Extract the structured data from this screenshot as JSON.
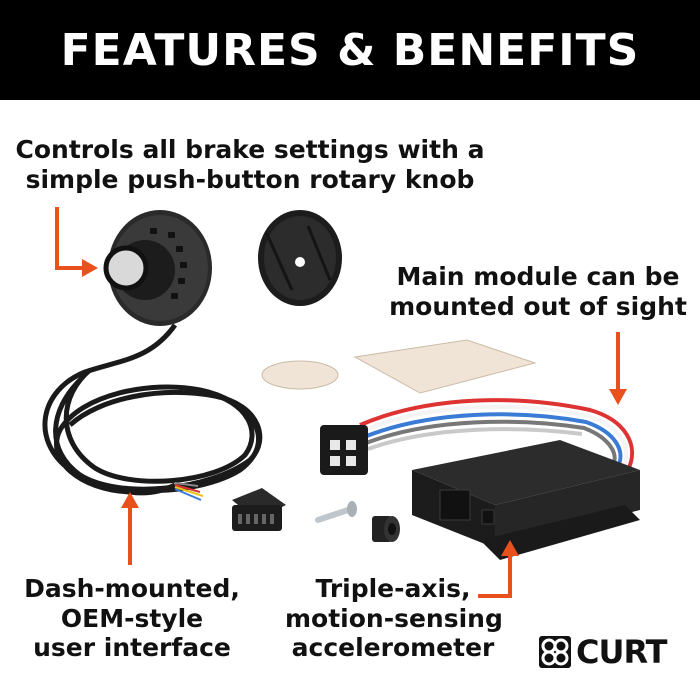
{
  "banner": {
    "title": "FEATURES & BENEFITS"
  },
  "callouts": {
    "knob": {
      "lines": [
        "Controls all brake settings with a",
        "simple push-button rotary knob"
      ]
    },
    "module": {
      "lines": [
        "Main module can be",
        "mounted out of sight"
      ]
    },
    "dash": {
      "lines": [
        "Dash-mounted,",
        "OEM-style",
        "user interface"
      ]
    },
    "accel": {
      "lines": [
        "Triple-axis,",
        "motion-sensing",
        "accelerometer"
      ]
    }
  },
  "brand": {
    "logo_text": "CURT"
  },
  "colors": {
    "arrow": "#e8501c",
    "banner_bg": "#000000",
    "text": "#111111"
  }
}
